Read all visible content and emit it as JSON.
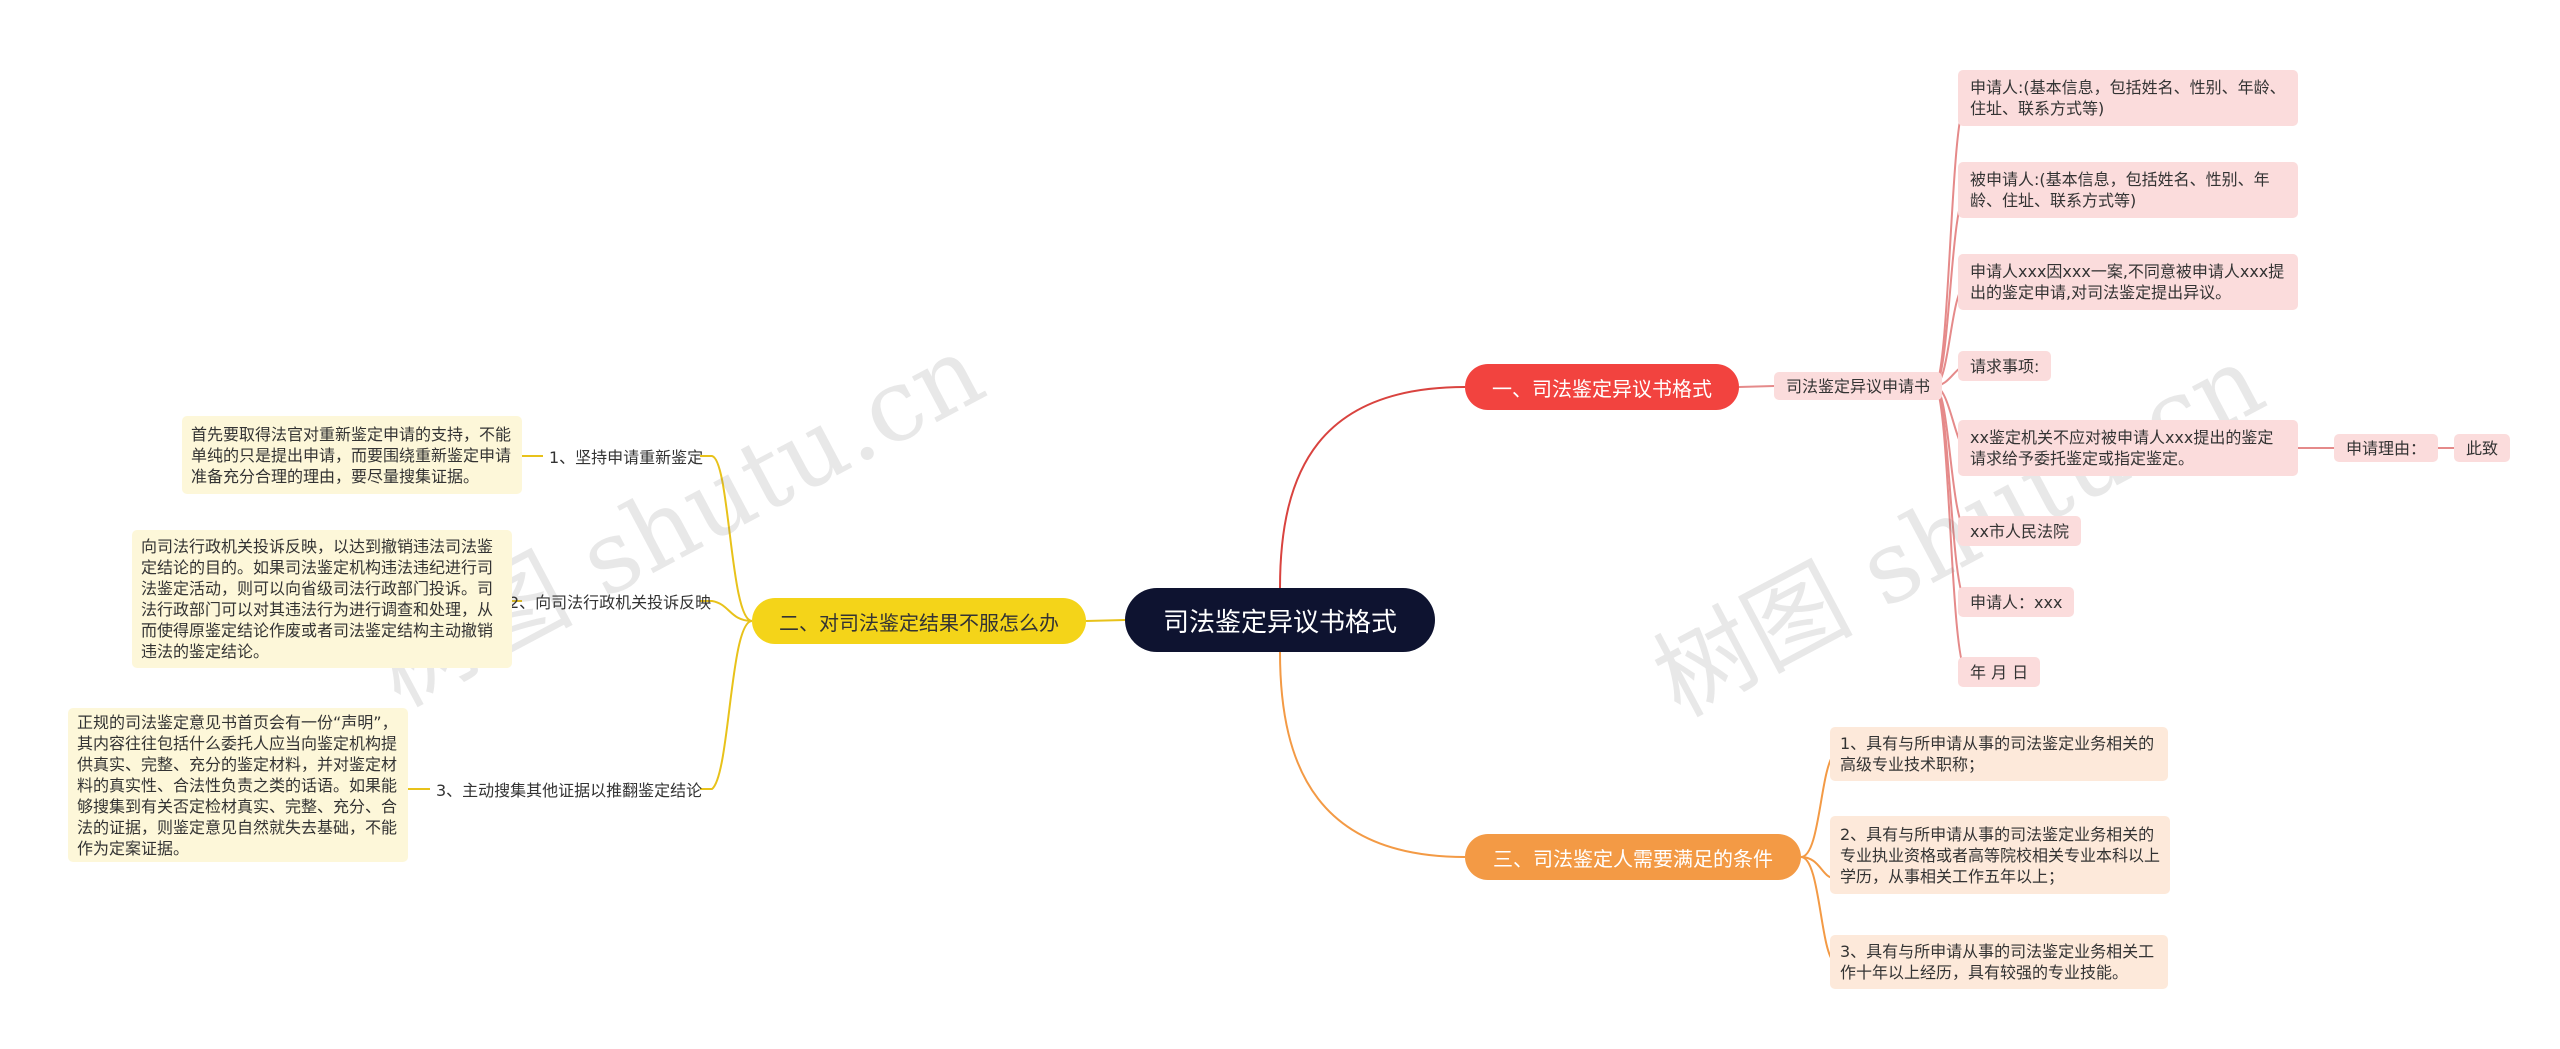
{
  "root": {
    "label": "司法鉴定异议书格式"
  },
  "branch1": {
    "label": "一、司法鉴定异议书格式",
    "child": {
      "label": "司法鉴定异议申请书",
      "items": [
        "申请人:(基本信息，包括姓名、性别、年龄、住址、联系方式等)",
        "被申请人:(基本信息，包括姓名、性别、年龄、住址、联系方式等)",
        "申请人xxx因xxx一案,不同意被申请人xxx提出的鉴定申请,对司法鉴定提出异议。",
        "请求事项:",
        "xx鉴定机关不应对被申请人xxx提出的鉴定请求给予委托鉴定或指定鉴定。",
        "xx市人民法院",
        "申请人：xxx",
        "年 月 日"
      ],
      "reason_label": "申请理由：",
      "reason_value": "此致"
    }
  },
  "branch2": {
    "label": "二、对司法鉴定结果不服怎么办",
    "items": [
      {
        "label": "1、坚持申请重新鉴定",
        "detail": "首先要取得法官对重新鉴定申请的支持，不能单纯的只是提出申请，而要围绕重新鉴定申请准备充分合理的理由，要尽量搜集证据。"
      },
      {
        "label": "2、向司法行政机关投诉反映",
        "detail": "向司法行政机关投诉反映，以达到撤销违法司法鉴定结论的目的。如果司法鉴定机构违法违纪进行司法鉴定活动，则可以向省级司法行政部门投诉。司法行政部门可以对其违法行为进行调查和处理，从而使得原鉴定结论作废或者司法鉴定结构主动撤销违法的鉴定结论。"
      },
      {
        "label": "3、主动搜集其他证据以推翻鉴定结论",
        "detail": "正规的司法鉴定意见书首页会有一份“声明”，其内容往往包括什么委托人应当向鉴定机构提供真实、完整、充分的鉴定材料，并对鉴定材料的真实性、合法性负责之类的话语。如果能够搜集到有关否定检材真实、完整、充分、合法的证据，则鉴定意见自然就失去基础，不能作为定案证据。"
      }
    ]
  },
  "branch3": {
    "label": "三、司法鉴定人需要满足的条件",
    "items": [
      "1、具有与所申请从事的司法鉴定业务相关的高级专业技术职称；",
      "2、具有与所申请从事的司法鉴定业务相关的专业执业资格或者高等院校相关专业本科以上学历，从事相关工作五年以上；",
      "3、具有与所申请从事的司法鉴定业务相关工作十年以上经历，具有较强的专业技能。"
    ]
  },
  "watermark": "树图 shutu.cn",
  "colors": {
    "root": "#0e1330",
    "branch1": "#f2433f",
    "branch2": "#f4d419",
    "branch3": "#f39a45"
  }
}
